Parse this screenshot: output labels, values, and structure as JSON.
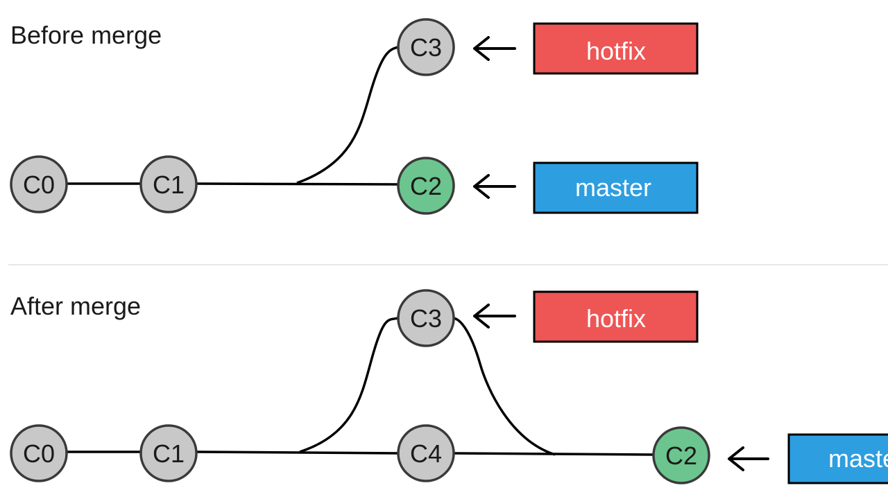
{
  "colors": {
    "commit_default": "#c8c8c8",
    "commit_head": "#6cc58e",
    "branch_hotfix": "#ee5555",
    "branch_master": "#2d9ee0",
    "divider": "#e6e6e6"
  },
  "before": {
    "title": "Before merge",
    "commits": {
      "c0": "C0",
      "c1": "C1",
      "c2": "C2",
      "c3": "C3"
    },
    "branches": {
      "hotfix": "hotfix",
      "master": "master"
    }
  },
  "after": {
    "title": "After merge",
    "commits": {
      "c0": "C0",
      "c1": "C1",
      "c2": "C2",
      "c3": "C3",
      "c4": "C4"
    },
    "branches": {
      "hotfix": "hotfix",
      "master": "master"
    }
  }
}
